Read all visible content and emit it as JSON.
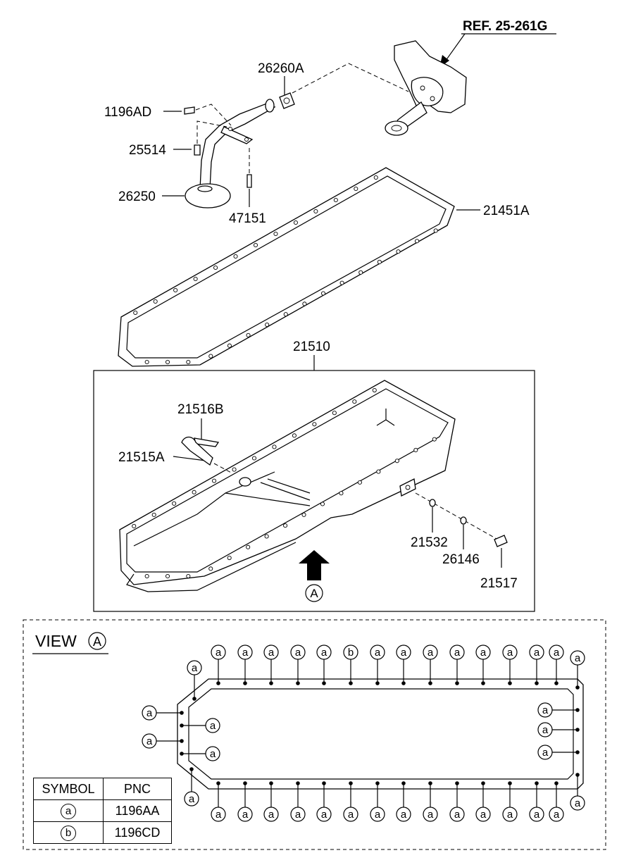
{
  "ref_label": "REF. 25-261G",
  "parts": {
    "p26260A": "26260A",
    "p1196AD": "1196AD",
    "p25514": "25514",
    "p26250": "26250",
    "p47151": "47151",
    "p21451A": "21451A",
    "p21510": "21510",
    "p21516B": "21516B",
    "p21515A": "21515A",
    "p21532": "21532",
    "p26146": "26146",
    "p21517": "21517"
  },
  "arrow_label": "A",
  "view": {
    "title": "VIEW",
    "letter": "A",
    "symbol_a": "a",
    "symbol_b": "b"
  },
  "legend": {
    "col_symbol": "SYMBOL",
    "col_pnc": "PNC",
    "rows": [
      {
        "symbol": "a",
        "pnc": "1196AA"
      },
      {
        "symbol": "b",
        "pnc": "1196CD"
      }
    ]
  }
}
